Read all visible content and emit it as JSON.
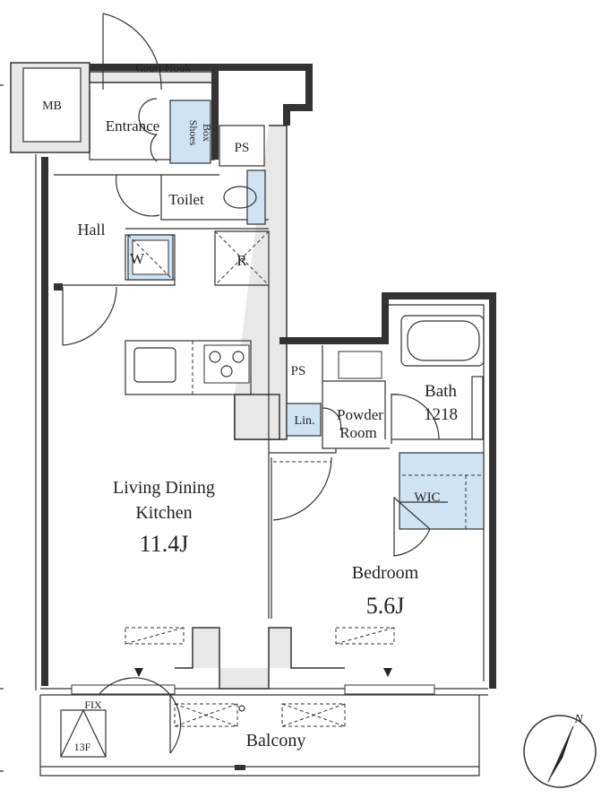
{
  "rooms": {
    "mb": "MB",
    "court_hook": "Court Hook",
    "entrance": "Entrance",
    "shoes_box_1": "Shoes",
    "shoes_box_2": "Box",
    "ps_top": "PS",
    "toilet": "Toilet",
    "hall": "Hall",
    "washer": "W",
    "refrigerator": "R",
    "ps_mid": "PS",
    "linen": "Lin.",
    "powder_room_1": "Powder",
    "powder_room_2": "Room",
    "bath": "Bath",
    "bath_size": "1218",
    "ldk_1": "Living Dining",
    "ldk_2": "Kitchen",
    "ldk_size": "11.4J",
    "wic": "WIC",
    "bedroom": "Bedroom",
    "bedroom_size": "5.6J",
    "fix": "FIX",
    "floor": "13F",
    "balcony": "Balcony",
    "compass": "N"
  },
  "colors": {
    "fixture_blue": "#cfe3f3",
    "shaft_gray": "#e8e8e8",
    "line": "#333333"
  }
}
